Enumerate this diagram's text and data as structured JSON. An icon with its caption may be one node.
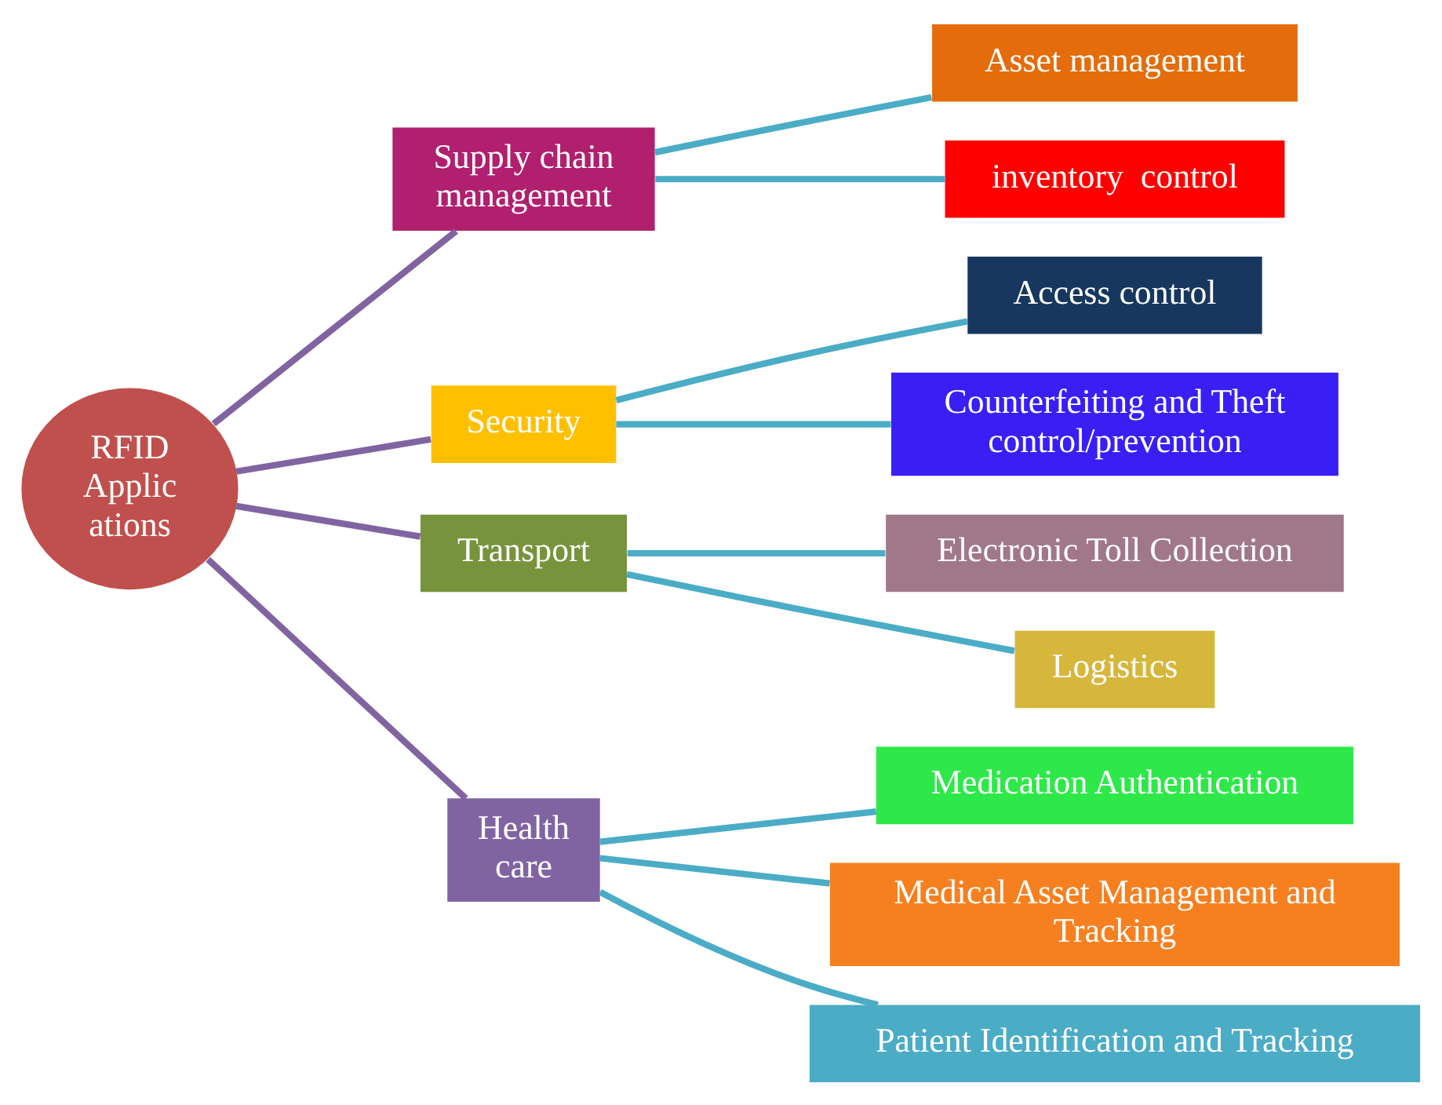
{
  "diagram": {
    "nodes": [
      {
        "text": [
          "RFID Applic ations"
        ]
      },
      {
        "text": [
          "Supply chain management"
        ]
      },
      {
        "text": [
          "Asset management"
        ]
      },
      {
        "text": [
          "inventory  control"
        ]
      },
      {
        "text": [
          "Security"
        ]
      },
      {
        "text": [
          "Access control"
        ]
      },
      {
        "text": [
          "Counterfeiting and Theft control/prevention"
        ]
      },
      {
        "text": [
          "Transport"
        ]
      },
      {
        "text": [
          "Electronic Toll Collection"
        ]
      },
      {
        "text": [
          "Logistics"
        ]
      },
      {
        "text": [
          "Health care"
        ]
      },
      {
        "text": [
          "Medication Authentication"
        ]
      },
      {
        "text": [
          "Medical Asset Management and Tracking"
        ]
      },
      {
        "text": [
          "Patient Identification and Tracking"
        ]
      }
    ],
    "edges": [
      {
        "from": 0,
        "to": 1,
        "arrow": "none",
        "color": "#8064a2"
      },
      {
        "from": 0,
        "to": 4,
        "arrow": "none",
        "color": "#8064a2"
      },
      {
        "from": 0,
        "to": 7,
        "arrow": "none",
        "color": "#8064a2"
      },
      {
        "from": 0,
        "to": 10,
        "arrow": "none",
        "color": "#8064a2"
      },
      {
        "from": 1,
        "to": 2,
        "arrow": "none"
      },
      {
        "from": 1,
        "to": 3,
        "arrow": "none"
      },
      {
        "from": 4,
        "to": 5,
        "arrow": "none"
      },
      {
        "from": 4,
        "to": 6,
        "arrow": "none"
      },
      {
        "from": 7,
        "to": 8,
        "arrow": "none"
      },
      {
        "from": 7,
        "to": 9,
        "arrow": "none"
      },
      {
        "from": 10,
        "to": 11,
        "arrow": "none"
      },
      {
        "from": 10,
        "to": 12,
        "arrow": "none"
      },
      {
        "from": 10,
        "to": 13,
        "arrow": "none"
      }
    ]
  }
}
